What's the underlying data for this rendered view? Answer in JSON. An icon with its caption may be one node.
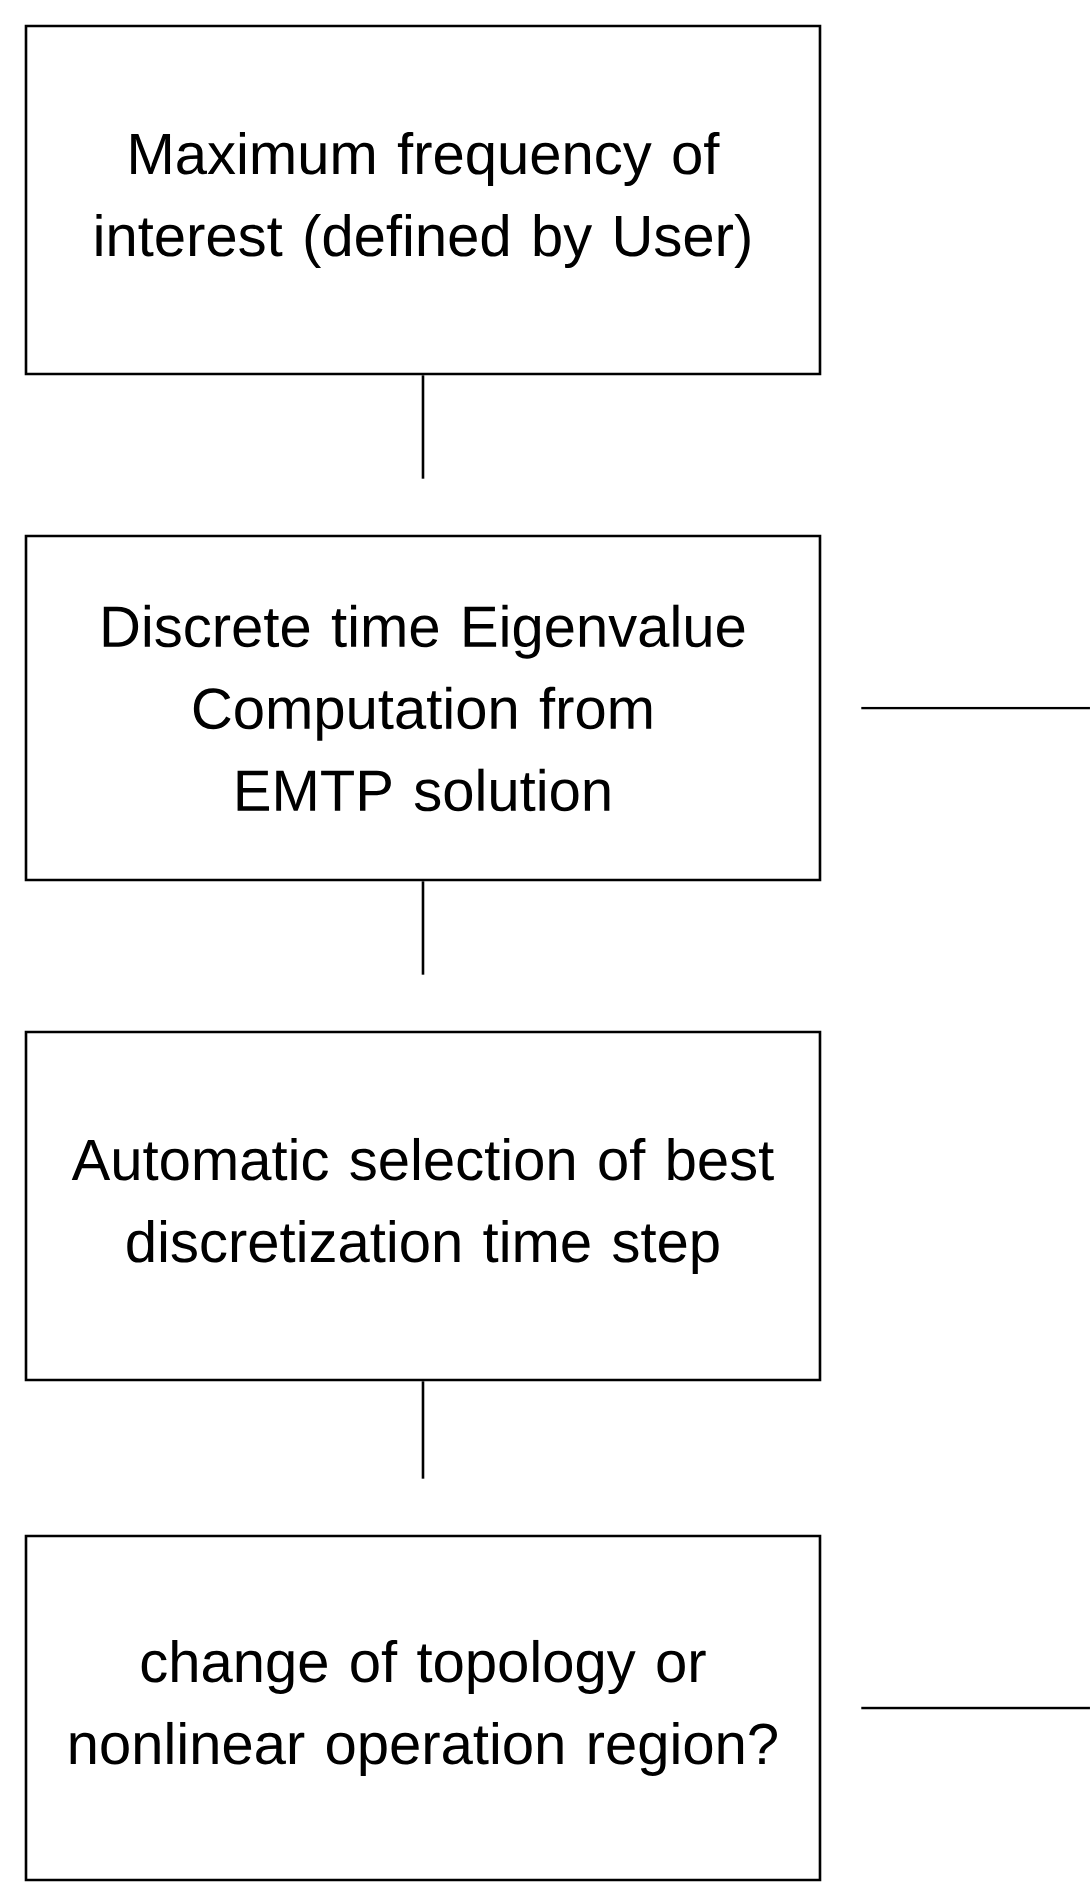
{
  "diagram": {
    "nodes": [
      {
        "text": [
          "Maximum frequency of interest (defined by User)"
        ]
      },
      {
        "text": [
          "Discrete time Eigenvalue Computation from EMTP solution"
        ]
      },
      {
        "text": [
          "Automatic selection of best discretization time step"
        ]
      },
      {
        "text": [
          "change of topology or nonlinear operation region?"
        ]
      }
    ],
    "edges": [
      {
        "from": 0,
        "to": 1,
        "arrow": "none"
      },
      {
        "from": 1,
        "to": 2,
        "arrow": "none"
      },
      {
        "from": 2,
        "to": 3,
        "arrow": "none"
      },
      {
        "from": 1,
        "to": null,
        "arrow": "none"
      },
      {
        "from": 3,
        "to": null,
        "arrow": "none"
      }
    ]
  }
}
